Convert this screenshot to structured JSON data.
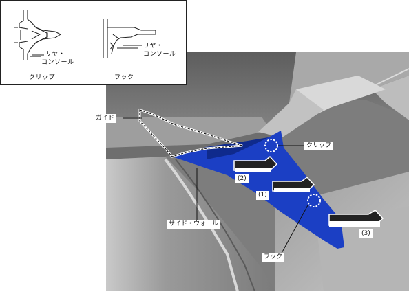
{
  "inset": {
    "clip_label": "クリップ",
    "hook_label": "フック",
    "rear_console_line1_a": "リヤ・",
    "rear_console_line2_a": "コンソール",
    "rear_console_line1_b": "リヤ・",
    "rear_console_line2_b": "コンソール"
  },
  "callouts": {
    "guide": "ガイド",
    "clip": "クリップ",
    "side_wall": "サイド・ウォール",
    "hook": "フック"
  },
  "steps": {
    "step1": "(1)",
    "step2": "(2)",
    "step3": "(3)"
  },
  "colors": {
    "highlight_blue": "#1b3fc4",
    "panel_gray": "#8a8a8a",
    "dark_gray": "#5a5a5a"
  }
}
